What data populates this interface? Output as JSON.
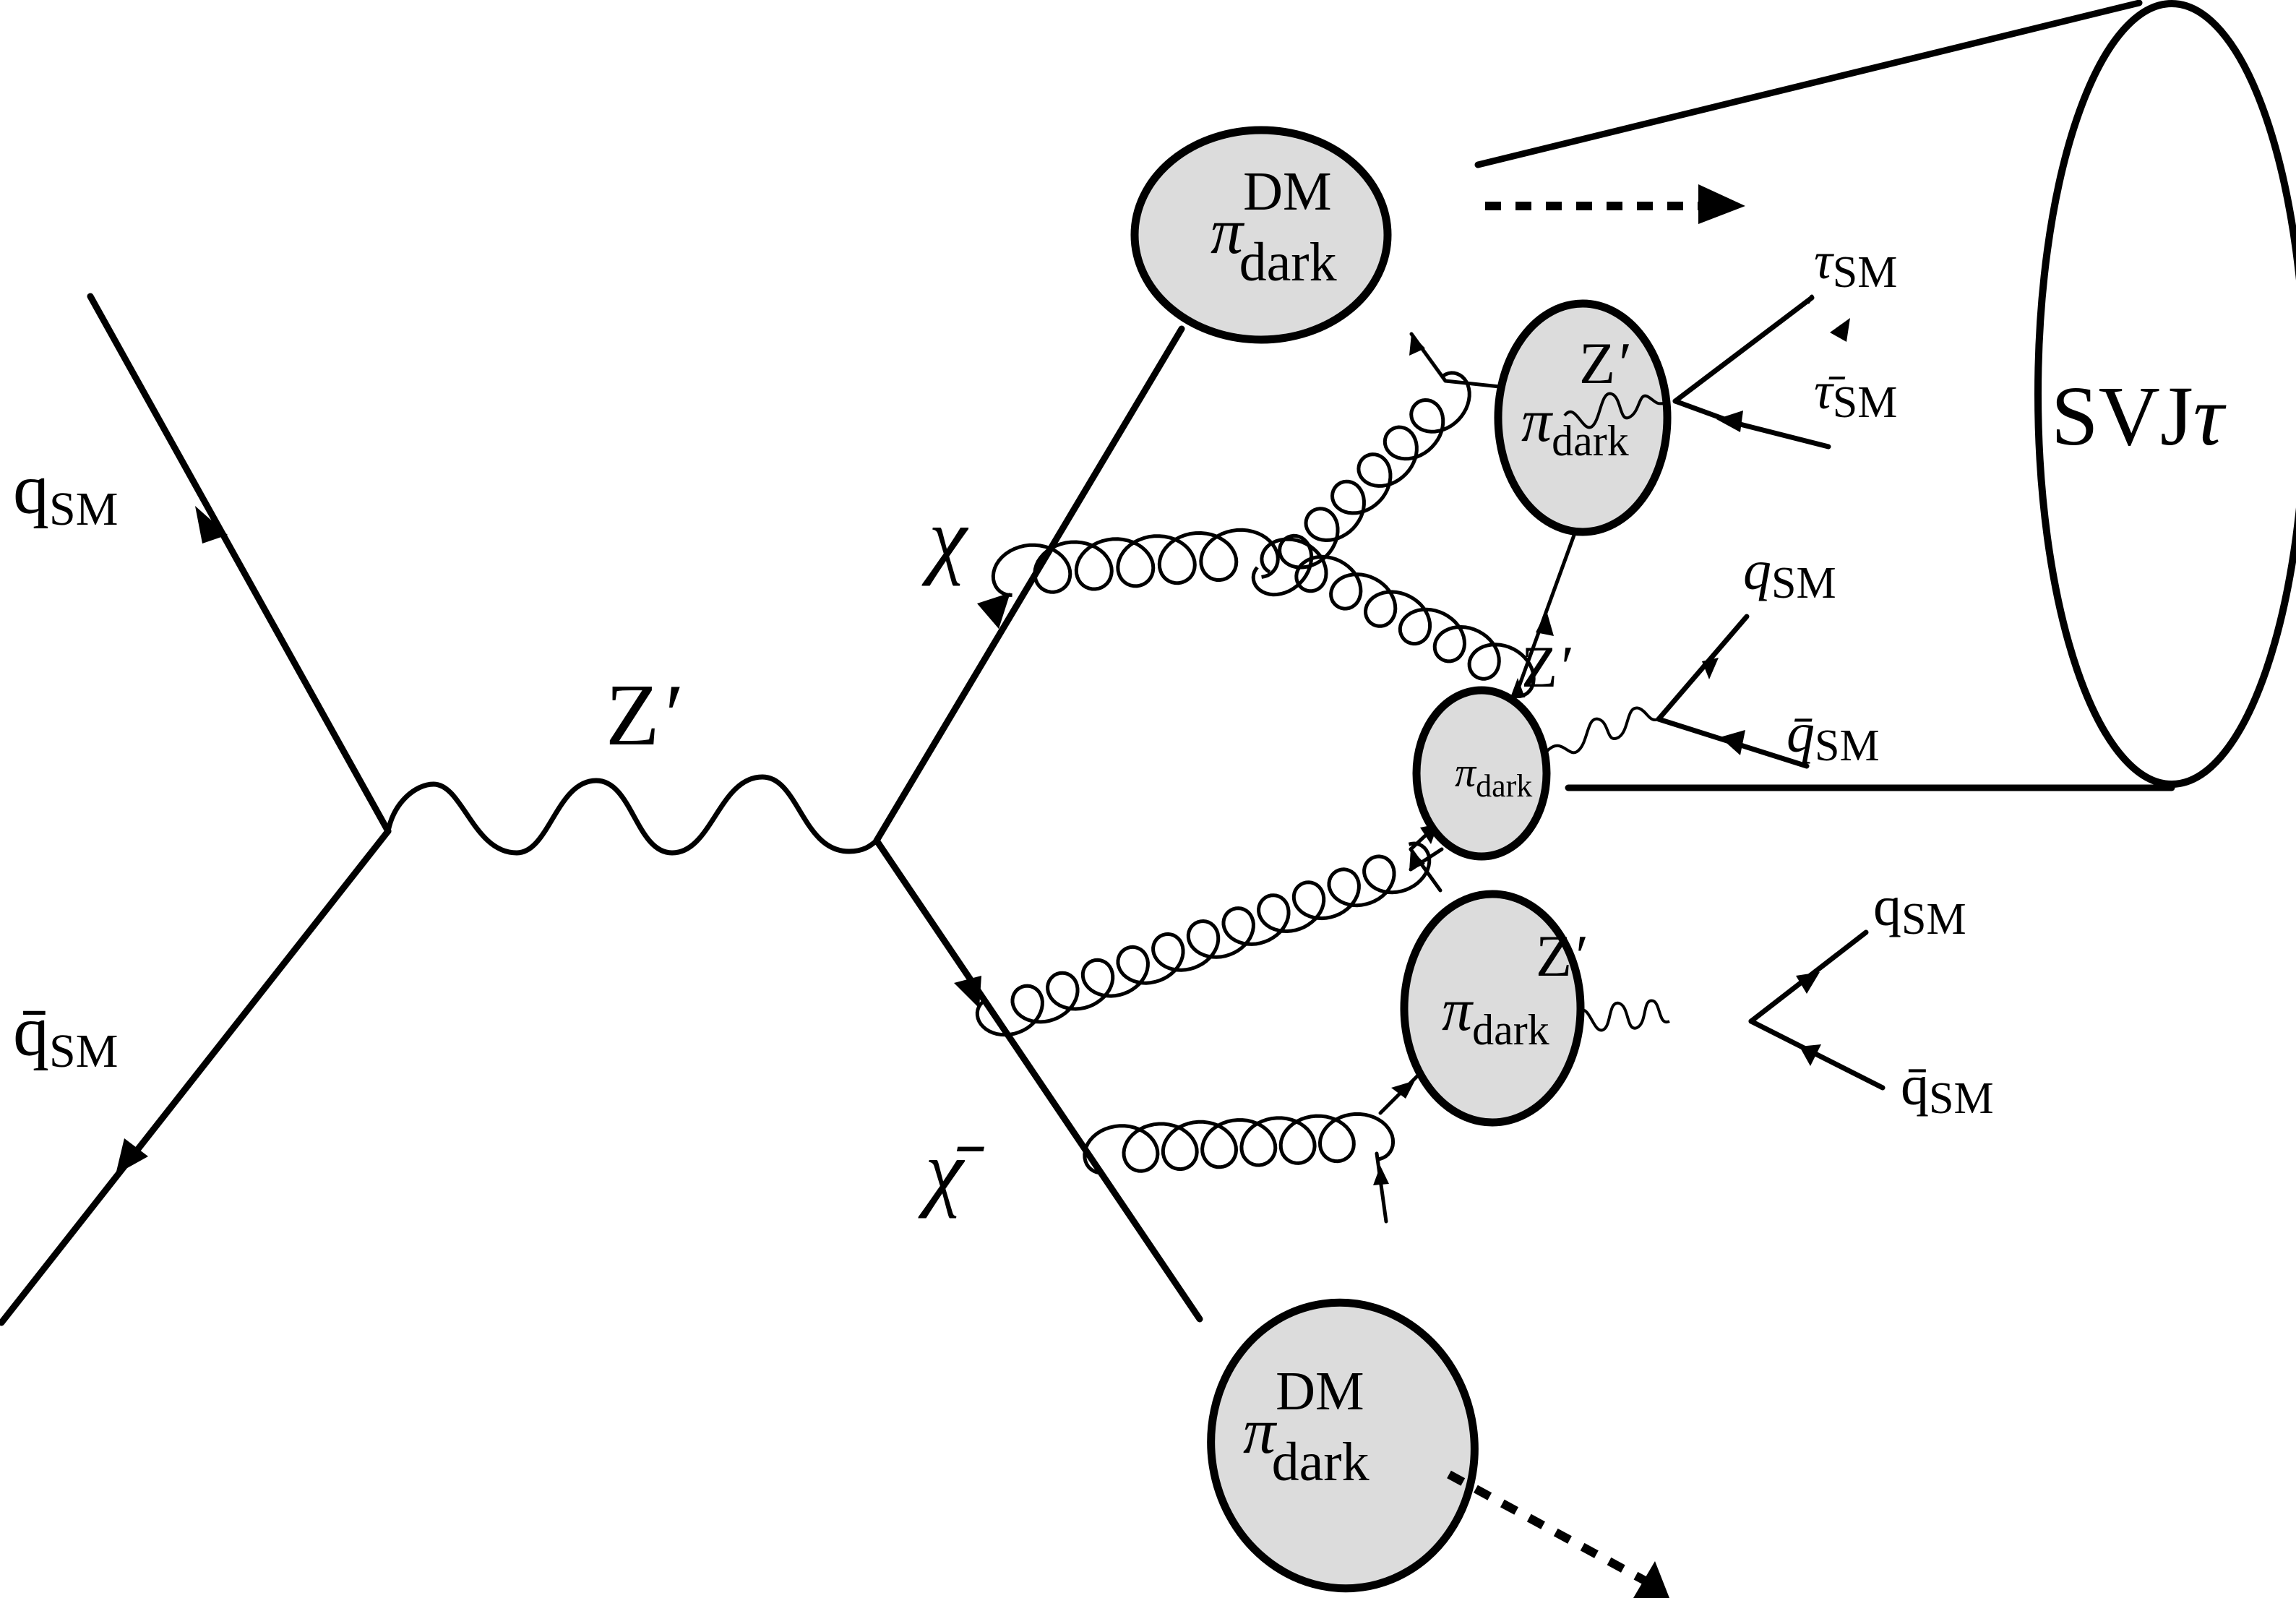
{
  "figure": {
    "type": "feynman-diagram",
    "description": "Semi-visible jet with tau leptons (SVJτ) production via Z' mediator"
  },
  "labels": {
    "incoming_quark": {
      "base": "q",
      "sub": "SM"
    },
    "incoming_antiquark": {
      "base": "q̄",
      "sub": "SM"
    },
    "mediator_main": {
      "base": "Z",
      "prime": "′"
    },
    "dark_quark": {
      "base": "χ"
    },
    "dark_antiquark": {
      "base": "χ̄"
    },
    "stable_pion_top": {
      "base": "π",
      "sup": "DM",
      "sub": "dark"
    },
    "stable_pion_bottom": {
      "base": "π",
      "sup": "DM",
      "sub": "dark"
    },
    "pion_upper": {
      "base": "π",
      "sub": "dark"
    },
    "pion_middle": {
      "base": "π",
      "sub": "dark"
    },
    "pion_lower": {
      "base": "π",
      "sub": "dark"
    },
    "mediator_tau": {
      "base": "Z",
      "prime": "′"
    },
    "mediator_q_mid": {
      "base": "Z",
      "prime": "′"
    },
    "mediator_q_low": {
      "base": "Z",
      "prime": "′"
    },
    "tau": {
      "base": "τ",
      "sub": "SM"
    },
    "antitau": {
      "base": "τ̄",
      "sub": "SM"
    },
    "q_mid": {
      "base": "q",
      "sub": "SM"
    },
    "qbar_mid": {
      "base": "q̄",
      "sub": "SM"
    },
    "q_low": {
      "base": "q",
      "sub": "SM"
    },
    "qbar_low": {
      "base": "q̄",
      "sub": "SM"
    },
    "jet": {
      "text": "SVJ",
      "symbol": "τ"
    }
  },
  "colors": {
    "blob_fill": "#dcdcdc",
    "line": "#000000",
    "background": "#ffffff"
  }
}
